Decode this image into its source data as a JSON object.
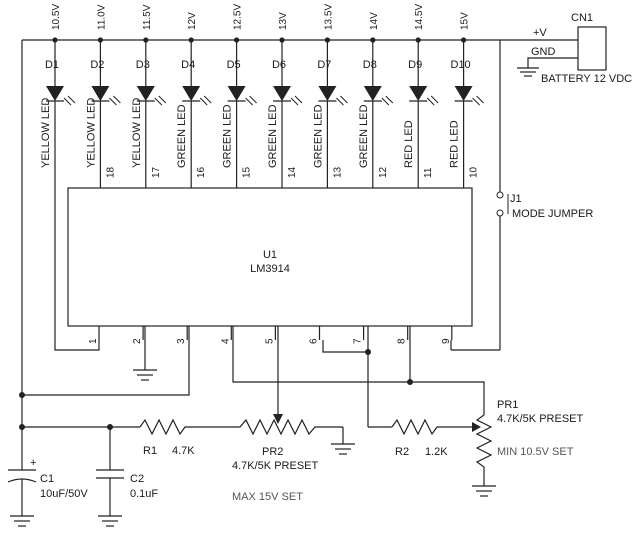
{
  "leds": [
    {
      "ref": "D1",
      "type": "YELLOW LED",
      "voltage": "10.5V",
      "pin": "1"
    },
    {
      "ref": "D2",
      "type": "YELLOW LED",
      "voltage": "11.0V",
      "pin": "18"
    },
    {
      "ref": "D3",
      "type": "YELLOW LED",
      "voltage": "11.5V",
      "pin": "17"
    },
    {
      "ref": "D4",
      "type": "GREEN LED",
      "voltage": "12V",
      "pin": "16"
    },
    {
      "ref": "D5",
      "type": "GREEN LED",
      "voltage": "12.5V",
      "pin": "15"
    },
    {
      "ref": "D6",
      "type": "GREEN LED",
      "voltage": "13V",
      "pin": "14"
    },
    {
      "ref": "D7",
      "type": "GREEN LED",
      "voltage": "13.5V",
      "pin": "13"
    },
    {
      "ref": "D8",
      "type": "GREEN LED",
      "voltage": "14V",
      "pin": "12"
    },
    {
      "ref": "D9",
      "type": "RED LED",
      "voltage": "14.5V",
      "pin": "11"
    },
    {
      "ref": "D10",
      "type": "RED LED",
      "voltage": "15V",
      "pin": "10"
    }
  ],
  "ic": {
    "ref": "U1",
    "part": "LM3914",
    "bottom_pins": [
      "1",
      "2",
      "3",
      "4",
      "5",
      "6",
      "7",
      "8",
      "9"
    ]
  },
  "connector": {
    "ref": "CN1",
    "pin_plus": "+V",
    "pin_gnd": "GND",
    "label": "BATTERY 12 VDC"
  },
  "jumper": {
    "ref": "J1",
    "label": "MODE JUMPER"
  },
  "r1": {
    "ref": "R1",
    "value": "4.7K"
  },
  "r2": {
    "ref": "R2",
    "value": "1.2K"
  },
  "pr1": {
    "ref": "PR1",
    "value": "4.7K/5K PRESET",
    "note": "MIN 10.5V SET"
  },
  "pr2": {
    "ref": "PR2",
    "value": "4.7K/5K PRESET",
    "note": "MAX 15V SET"
  },
  "c1": {
    "ref": "C1",
    "value": "10uF/50V",
    "polarity": "+"
  },
  "c2": {
    "ref": "C2",
    "value": "0.1uF"
  }
}
